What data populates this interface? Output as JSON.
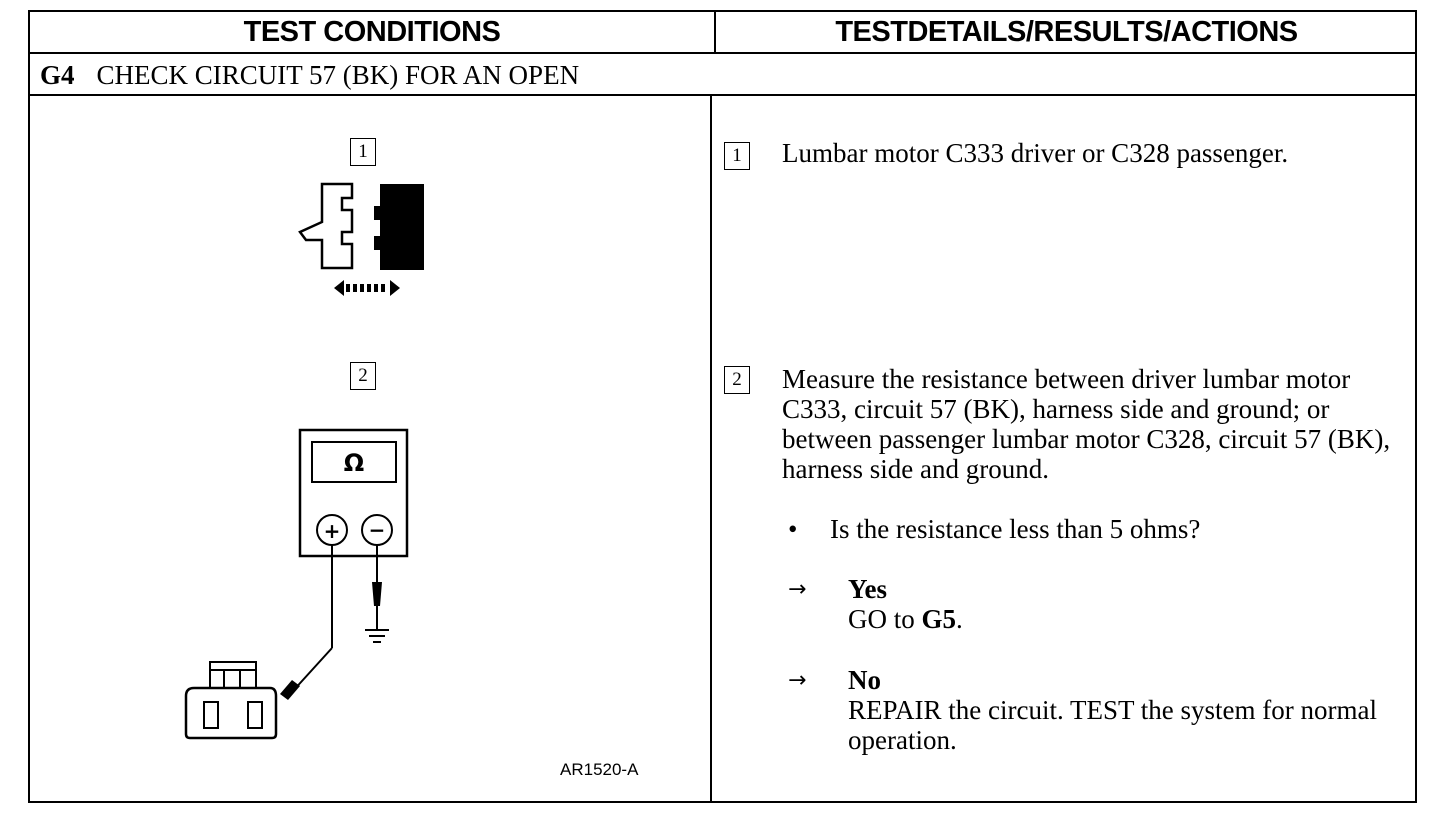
{
  "header": {
    "left": "TEST CONDITIONS",
    "right": "TESTDETAILS/RESULTS/ACTIONS"
  },
  "step": {
    "code": "G4",
    "title": "CHECK CIRCUIT 57 (BK) FOR AN OPEN"
  },
  "steps": [
    {
      "number": "1",
      "text": "Lumbar motor C333 driver or C328 passenger."
    },
    {
      "number": "2",
      "text": "Measure the resistance between driver lumbar motor C333, circuit 57 (BK), harness side and ground; or between passenger lumbar motor C328, circuit 57 (BK), harness side and ground."
    }
  ],
  "question": "Is the resistance less than 5 ohms?",
  "answers": [
    {
      "label": "Yes",
      "action_prefix": "GO to ",
      "action_ref": "G5",
      "action_suffix": "."
    },
    {
      "label": "No",
      "action": "REPAIR the circuit. TEST the system for normal operation."
    }
  ],
  "figure": {
    "meter_symbol": "Ω",
    "plus": "+",
    "minus": "−",
    "code": "AR1520-A"
  },
  "icons": [
    "connector-disconnect-icon",
    "ohmmeter-icon",
    "ground-icon",
    "harness-connector-icon",
    "right-arrow-icon",
    "bullet-icon"
  ]
}
